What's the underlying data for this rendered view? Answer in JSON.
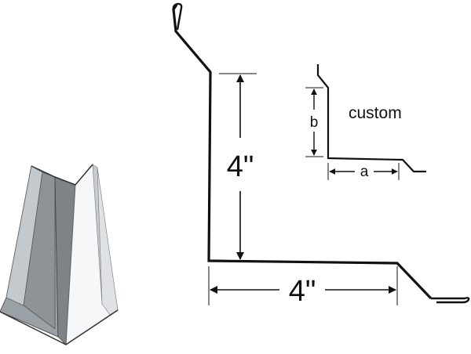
{
  "diagram": {
    "main_profile": {
      "vertical_leg": "4\"",
      "horizontal_leg": "4\""
    },
    "custom_profile": {
      "title": "custom",
      "vertical_leg": "b",
      "horizontal_leg": "a"
    }
  }
}
